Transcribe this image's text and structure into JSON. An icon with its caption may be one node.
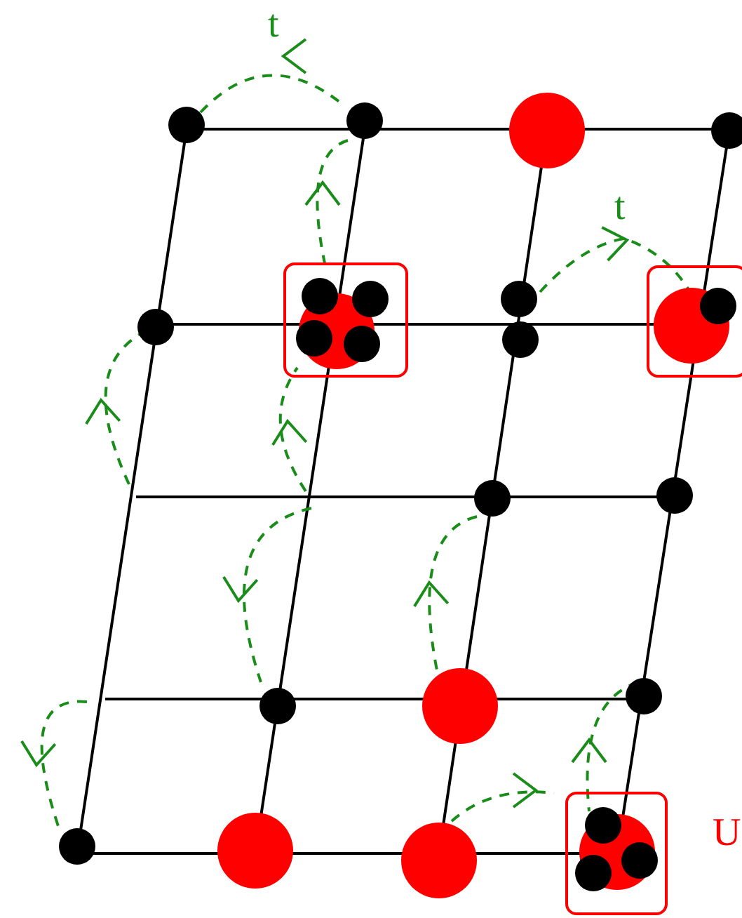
{
  "diagram": {
    "labels": [
      "t",
      "t",
      "U"
    ]
  }
}
